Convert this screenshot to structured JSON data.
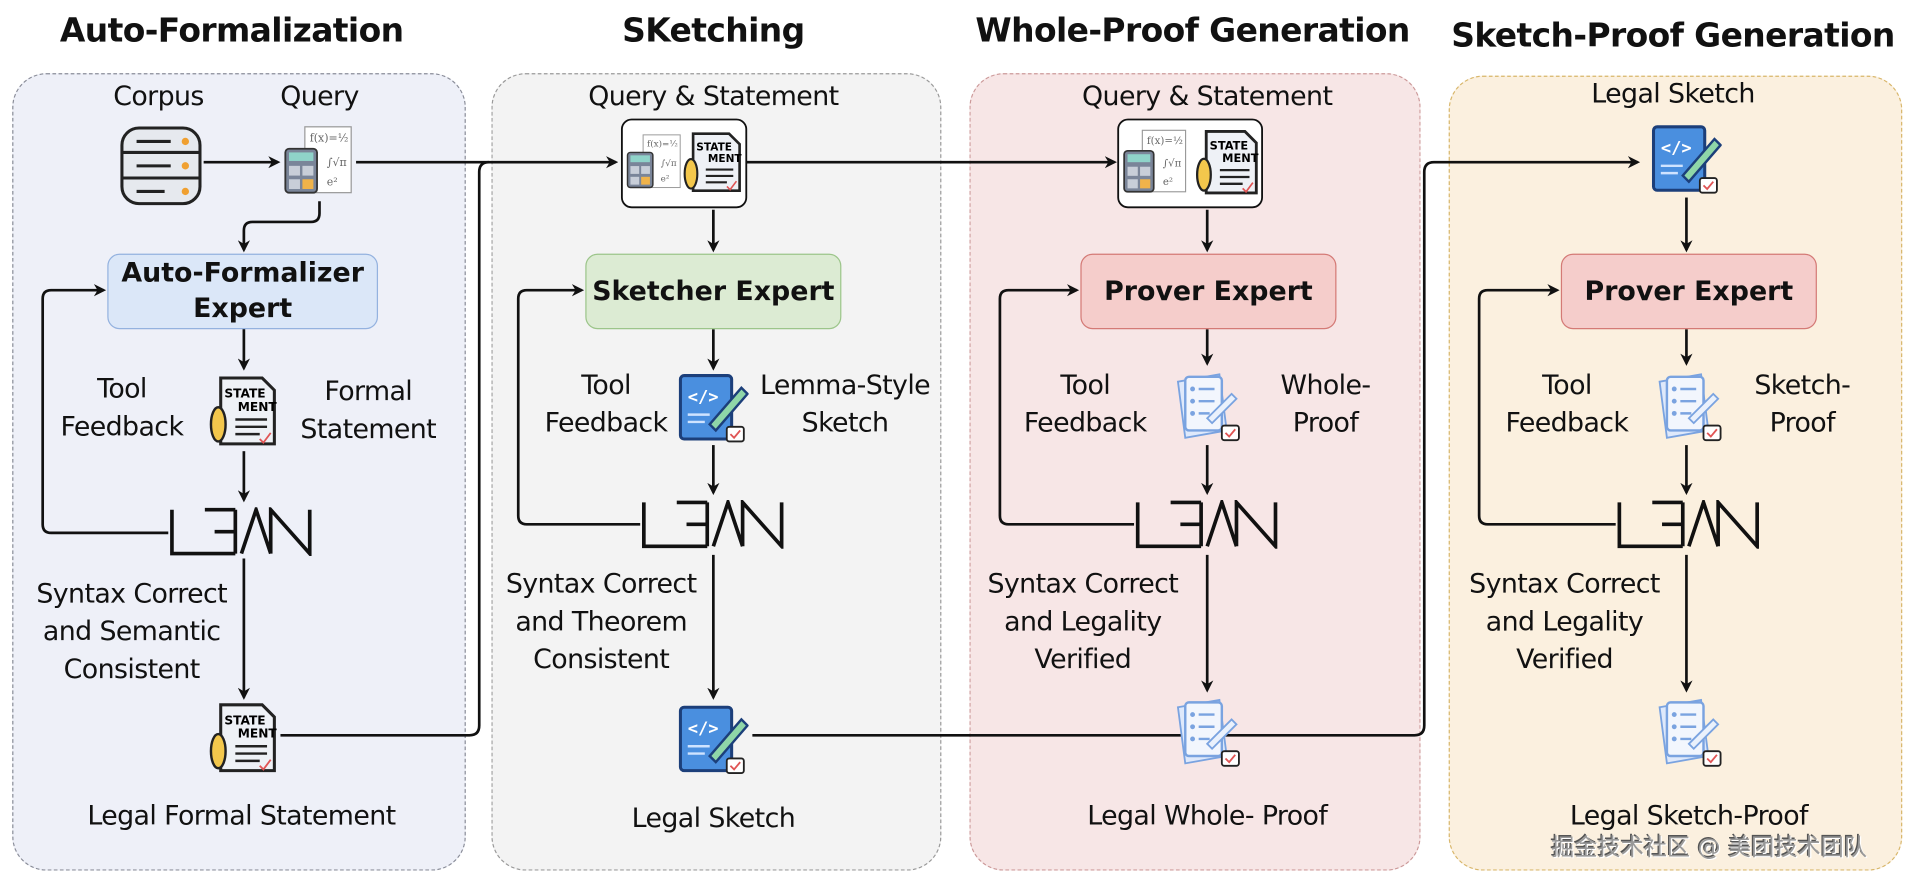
{
  "titles": [
    "Auto-Formalization",
    "SKetching",
    "Whole-Proof Generation",
    "Sketch-Proof Generation"
  ],
  "panel1": {
    "corpus": "Corpus",
    "query": "Query",
    "expert_line1": "Auto-Formalizer",
    "expert_line2": "Expert",
    "tool1": "Tool",
    "tool2": "Feedback",
    "out1": "Formal",
    "out2": "Statement",
    "cond1": "Syntax Correct",
    "cond2": "and Semantic",
    "cond3": "Consistent",
    "result": "Legal Formal Statement"
  },
  "panel2": {
    "input": "Query & Statement",
    "expert": "Sketcher Expert",
    "tool1": "Tool",
    "tool2": "Feedback",
    "out1": "Lemma-Style",
    "out2": "Sketch",
    "cond1": "Syntax Correct",
    "cond2": "and Theorem",
    "cond3": "Consistent",
    "result": "Legal Sketch"
  },
  "panel3": {
    "input": "Query & Statement",
    "expert": "Prover Expert",
    "tool1": "Tool",
    "tool2": "Feedback",
    "out1": "Whole-",
    "out2": "Proof",
    "cond1": "Syntax Correct",
    "cond2": "and Legality",
    "cond3": "Verified",
    "result": "Legal Whole- Proof"
  },
  "panel4": {
    "input": "Legal Sketch",
    "expert": "Prover Expert",
    "tool1": "Tool",
    "tool2": "Feedback",
    "out1": "Sketch-",
    "out2": "Proof",
    "cond1": "Syntax Correct",
    "cond2": "and Legality",
    "cond3": "Verified",
    "result": "Legal Sketch-Proof"
  },
  "statement_icon_text": [
    "STATE",
    "MENT"
  ],
  "lean_logo": "LEAN",
  "watermark": "掘金技术社区 @ 美团技术团队",
  "colors": {
    "panel1": "#eef0f8",
    "panel2": "#f3f3f3",
    "panel3": "#f7e6e6",
    "panel4": "#fbf0df",
    "expert1": "#dbe7f8",
    "expert2": "#dcebd3",
    "expert3": "#f5cdcb"
  }
}
